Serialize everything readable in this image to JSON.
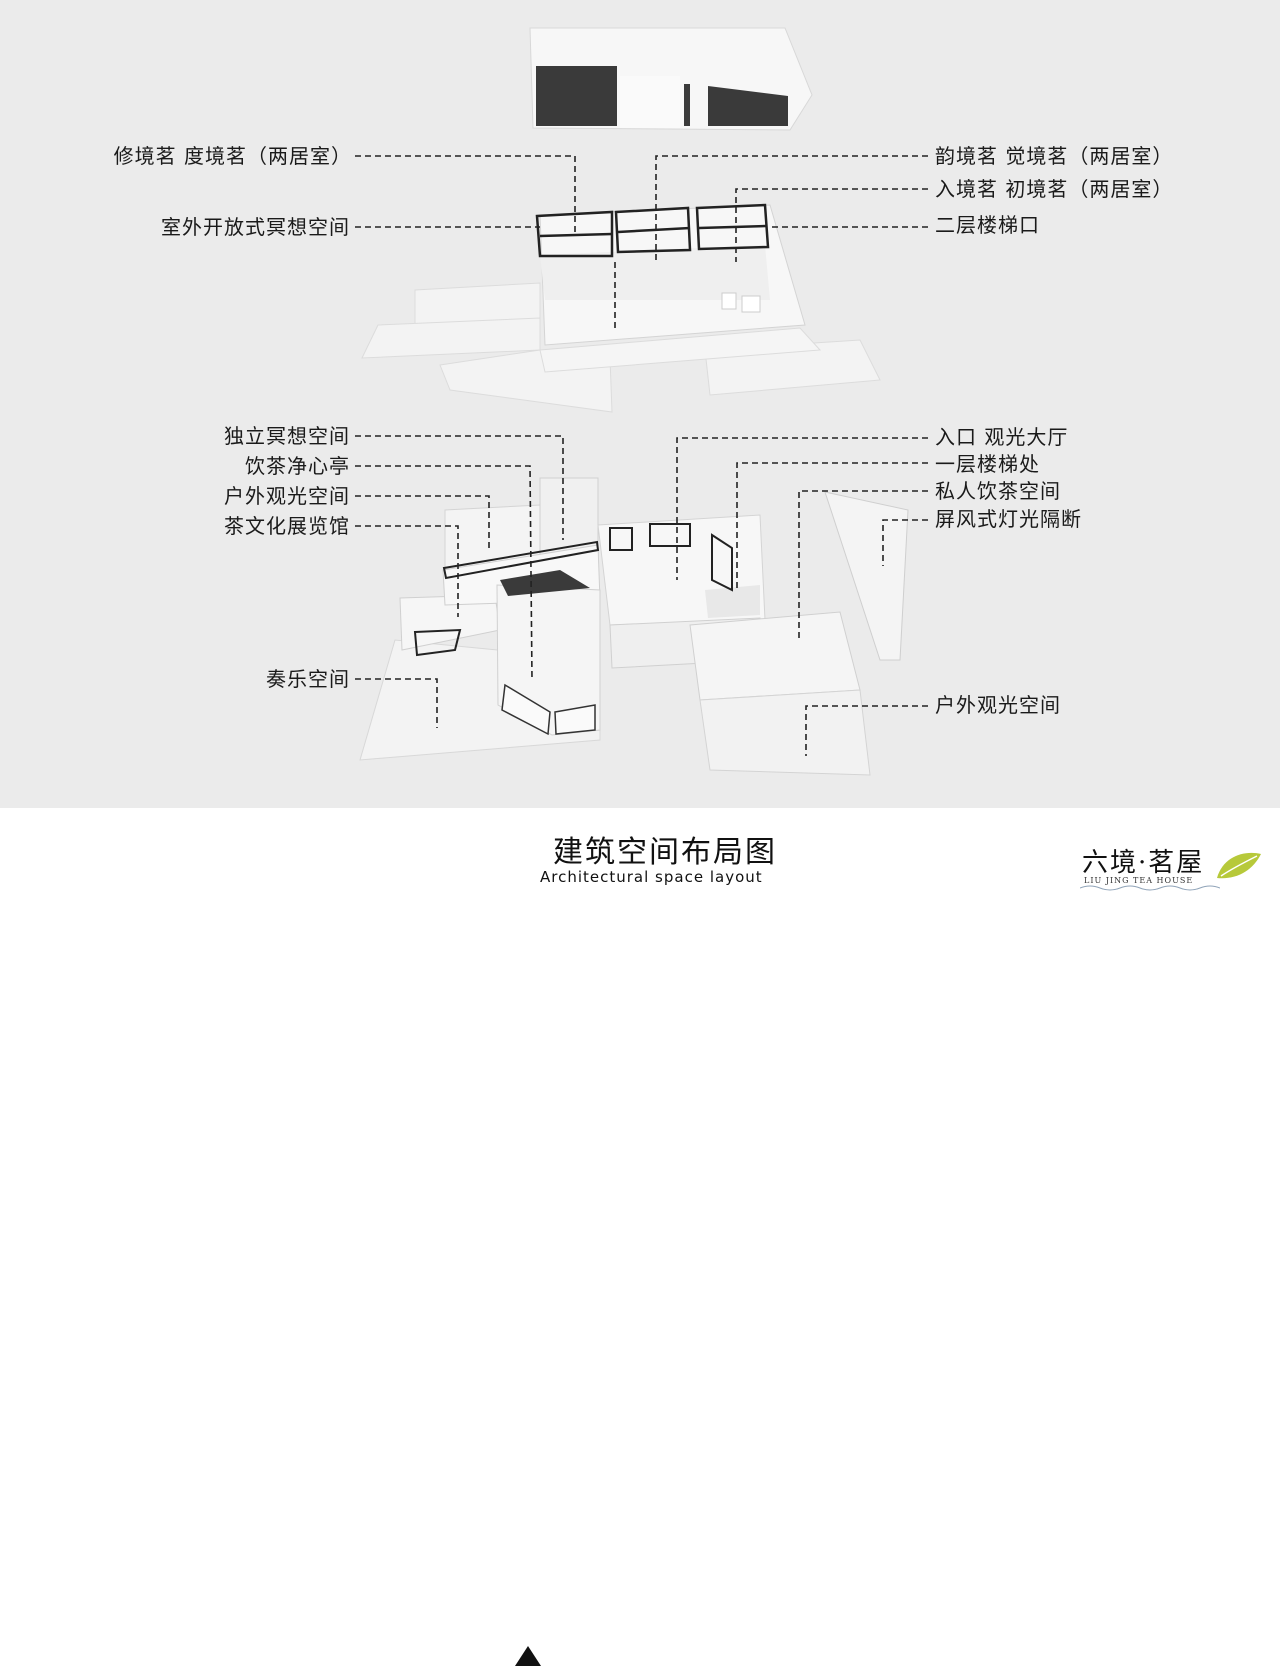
{
  "labels_left": [
    "修境茗  度境茗（两居室）",
    "室外开放式冥想空间",
    "独立冥想空间",
    "饮茶净心亭",
    "户外观光空间",
    "茶文化展览馆",
    "奏乐空间"
  ],
  "labels_right": [
    "韵境茗  觉境茗（两居室）",
    "入境茗  初境茗（两居室）",
    "二层楼梯口",
    "入口  观光大厅",
    "一层楼梯处",
    "私人饮茶空间",
    "屏风式灯光隔断",
    "户外观光空间"
  ],
  "caption": {
    "title": "建筑空间布局图",
    "subtitle": "Architectural space layout"
  },
  "logo": {
    "name": "六境·茗屋",
    "english": "LIU JING TEA HOUSE"
  },
  "colors": {
    "background": "#ebebeb",
    "model_fill": "#f7f7f7",
    "leader_line": "#222222"
  }
}
